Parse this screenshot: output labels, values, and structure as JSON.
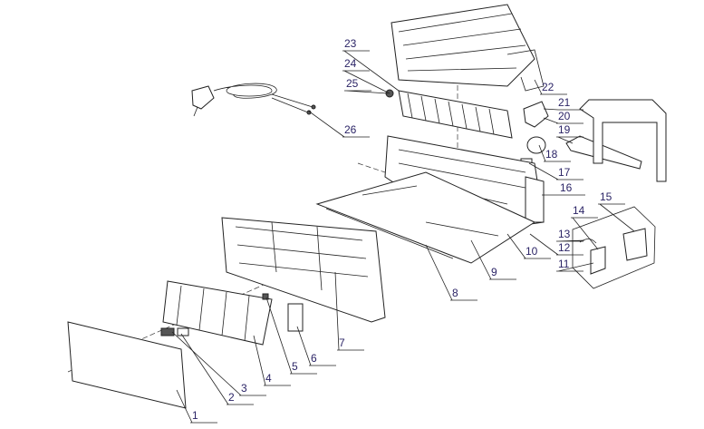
{
  "diagram": {
    "title": "Indoor unit exploded view",
    "part_numbers": [
      "1",
      "2",
      "3",
      "4",
      "5",
      "6",
      "7",
      "8",
      "9",
      "10",
      "11",
      "12",
      "13",
      "14",
      "15",
      "16",
      "17",
      "18",
      "19",
      "20",
      "21",
      "22",
      "23",
      "24",
      "25",
      "26"
    ],
    "label_color": "#2b2466"
  }
}
